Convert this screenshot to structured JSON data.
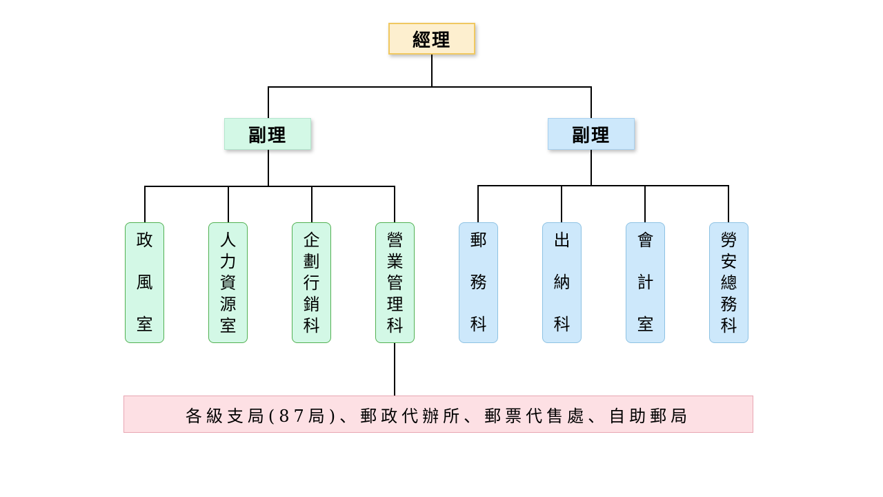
{
  "manager": "經理",
  "deputies": [
    "副理",
    "副理"
  ],
  "departments": {
    "zheng_feng": [
      "政",
      "風",
      "室"
    ],
    "human_resources": [
      "人",
      "力",
      "資",
      "源",
      "室"
    ],
    "planning_marketing": [
      "企",
      "劃",
      "行",
      "銷",
      "科"
    ],
    "business_management": [
      "營",
      "業",
      "管",
      "理",
      "科"
    ],
    "postal_affairs": [
      "郵",
      "務",
      "科"
    ],
    "cashier": [
      "出",
      "納",
      "科"
    ],
    "accounting": [
      "會",
      "計",
      "室"
    ],
    "labor_general_affairs": [
      "勞",
      "安",
      "總",
      "務",
      "科"
    ]
  },
  "branches": "各級支局(87局)、郵政代辦所、郵票代售處、自助郵局",
  "colors": {
    "manager_fill": "#fdefcf",
    "left_branch_fill": "#d3f8e6",
    "right_branch_fill": "#cde8fb",
    "bottom_fill": "#fde0e4"
  }
}
